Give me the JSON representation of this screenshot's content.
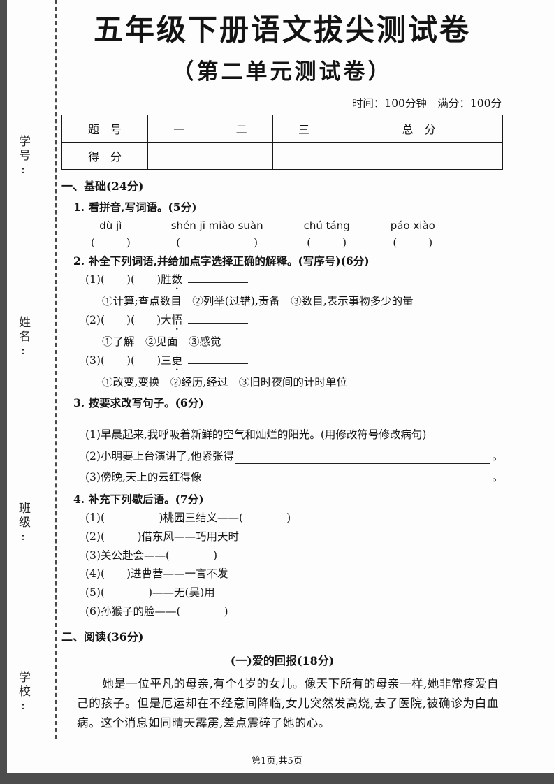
{
  "page": {
    "title": "五年级下册语文拔尖测试卷",
    "subtitle": "（第二单元测试卷）",
    "time_info": "时间：100分钟　满分：100分",
    "footer": "第1页,共5页"
  },
  "margin": {
    "labels": [
      {
        "label": "学号:"
      },
      {
        "label": "姓名:"
      },
      {
        "label": "班级:"
      },
      {
        "label": "学校:"
      }
    ]
  },
  "score_table": {
    "row1": [
      "题　号",
      "一",
      "二",
      "三",
      "总　分"
    ],
    "row2_label": "得　分"
  },
  "basics": {
    "title": "一、基础(24分)",
    "q1": {
      "title": "1. 看拼音,写词语。(5分)",
      "items": [
        {
          "pinyin": "dù jì",
          "blank": "(　　　)"
        },
        {
          "pinyin": "shén jī miào suàn",
          "blank": "(　　　　　　　)"
        },
        {
          "pinyin": "chú táng",
          "blank": "(　　　)"
        },
        {
          "pinyin": "páo xiào",
          "blank": "(　　　)"
        }
      ]
    },
    "q2": {
      "title": "2. 补全下列词语,并给加点字选择正确的解释。(写序号)(6分)",
      "items": [
        {
          "prefix": "(1)(　　)(　　)胜",
          "dotted": "数",
          "options": "①计算;查点数目　②列举(过错),责备　③数目,表示事物多少的量"
        },
        {
          "prefix": "(2)(　　)(　　)大",
          "dotted": "悟",
          "options": "①了解　②见面　③感觉"
        },
        {
          "prefix": "(3)(　　)(　　)三",
          "dotted": "更",
          "options": "①改变,变换　②经历,经过　③旧时夜间的计时单位"
        }
      ]
    },
    "q3": {
      "title": "3. 按要求改写句子。(6分)",
      "items": [
        {
          "text": "(1)早晨起来,我呼吸着新鲜的空气和灿烂的阳光。(用修改符号修改病句)",
          "tail": ""
        },
        {
          "text": "(2)小明要上台演讲了,他紧张得",
          "tail": "。"
        },
        {
          "text": "(3)傍晚,天上的云红得像",
          "tail": "。"
        }
      ]
    },
    "q4": {
      "title": "4. 补充下列歇后语。(7分)",
      "items": [
        {
          "text": "(1)(　　　　　)桃园三结义——(　　　　)"
        },
        {
          "text": "(2)(　　　)借东风——巧用天时"
        },
        {
          "text": "(3)关公赴会——(　　　　)"
        },
        {
          "text": "(4)(　　)进曹营——一言不发"
        },
        {
          "text": "(5)(　　　　)——无(吴)用"
        },
        {
          "text": "(6)孙猴子的脸——(　　　　)"
        }
      ]
    }
  },
  "reading": {
    "title": "二、阅读(36分)",
    "passage_title": "(一)爱的回报(18分)",
    "passage": "她是一位平凡的母亲,有个4岁的女儿。像天下所有的母亲一样,她非常疼爱自己的孩子。但是厄运却在不经意间降临,女儿突然发高烧,去了医院,被确诊为白血病。这个消息如同晴天霹雳,差点震碎了她的心。"
  }
}
